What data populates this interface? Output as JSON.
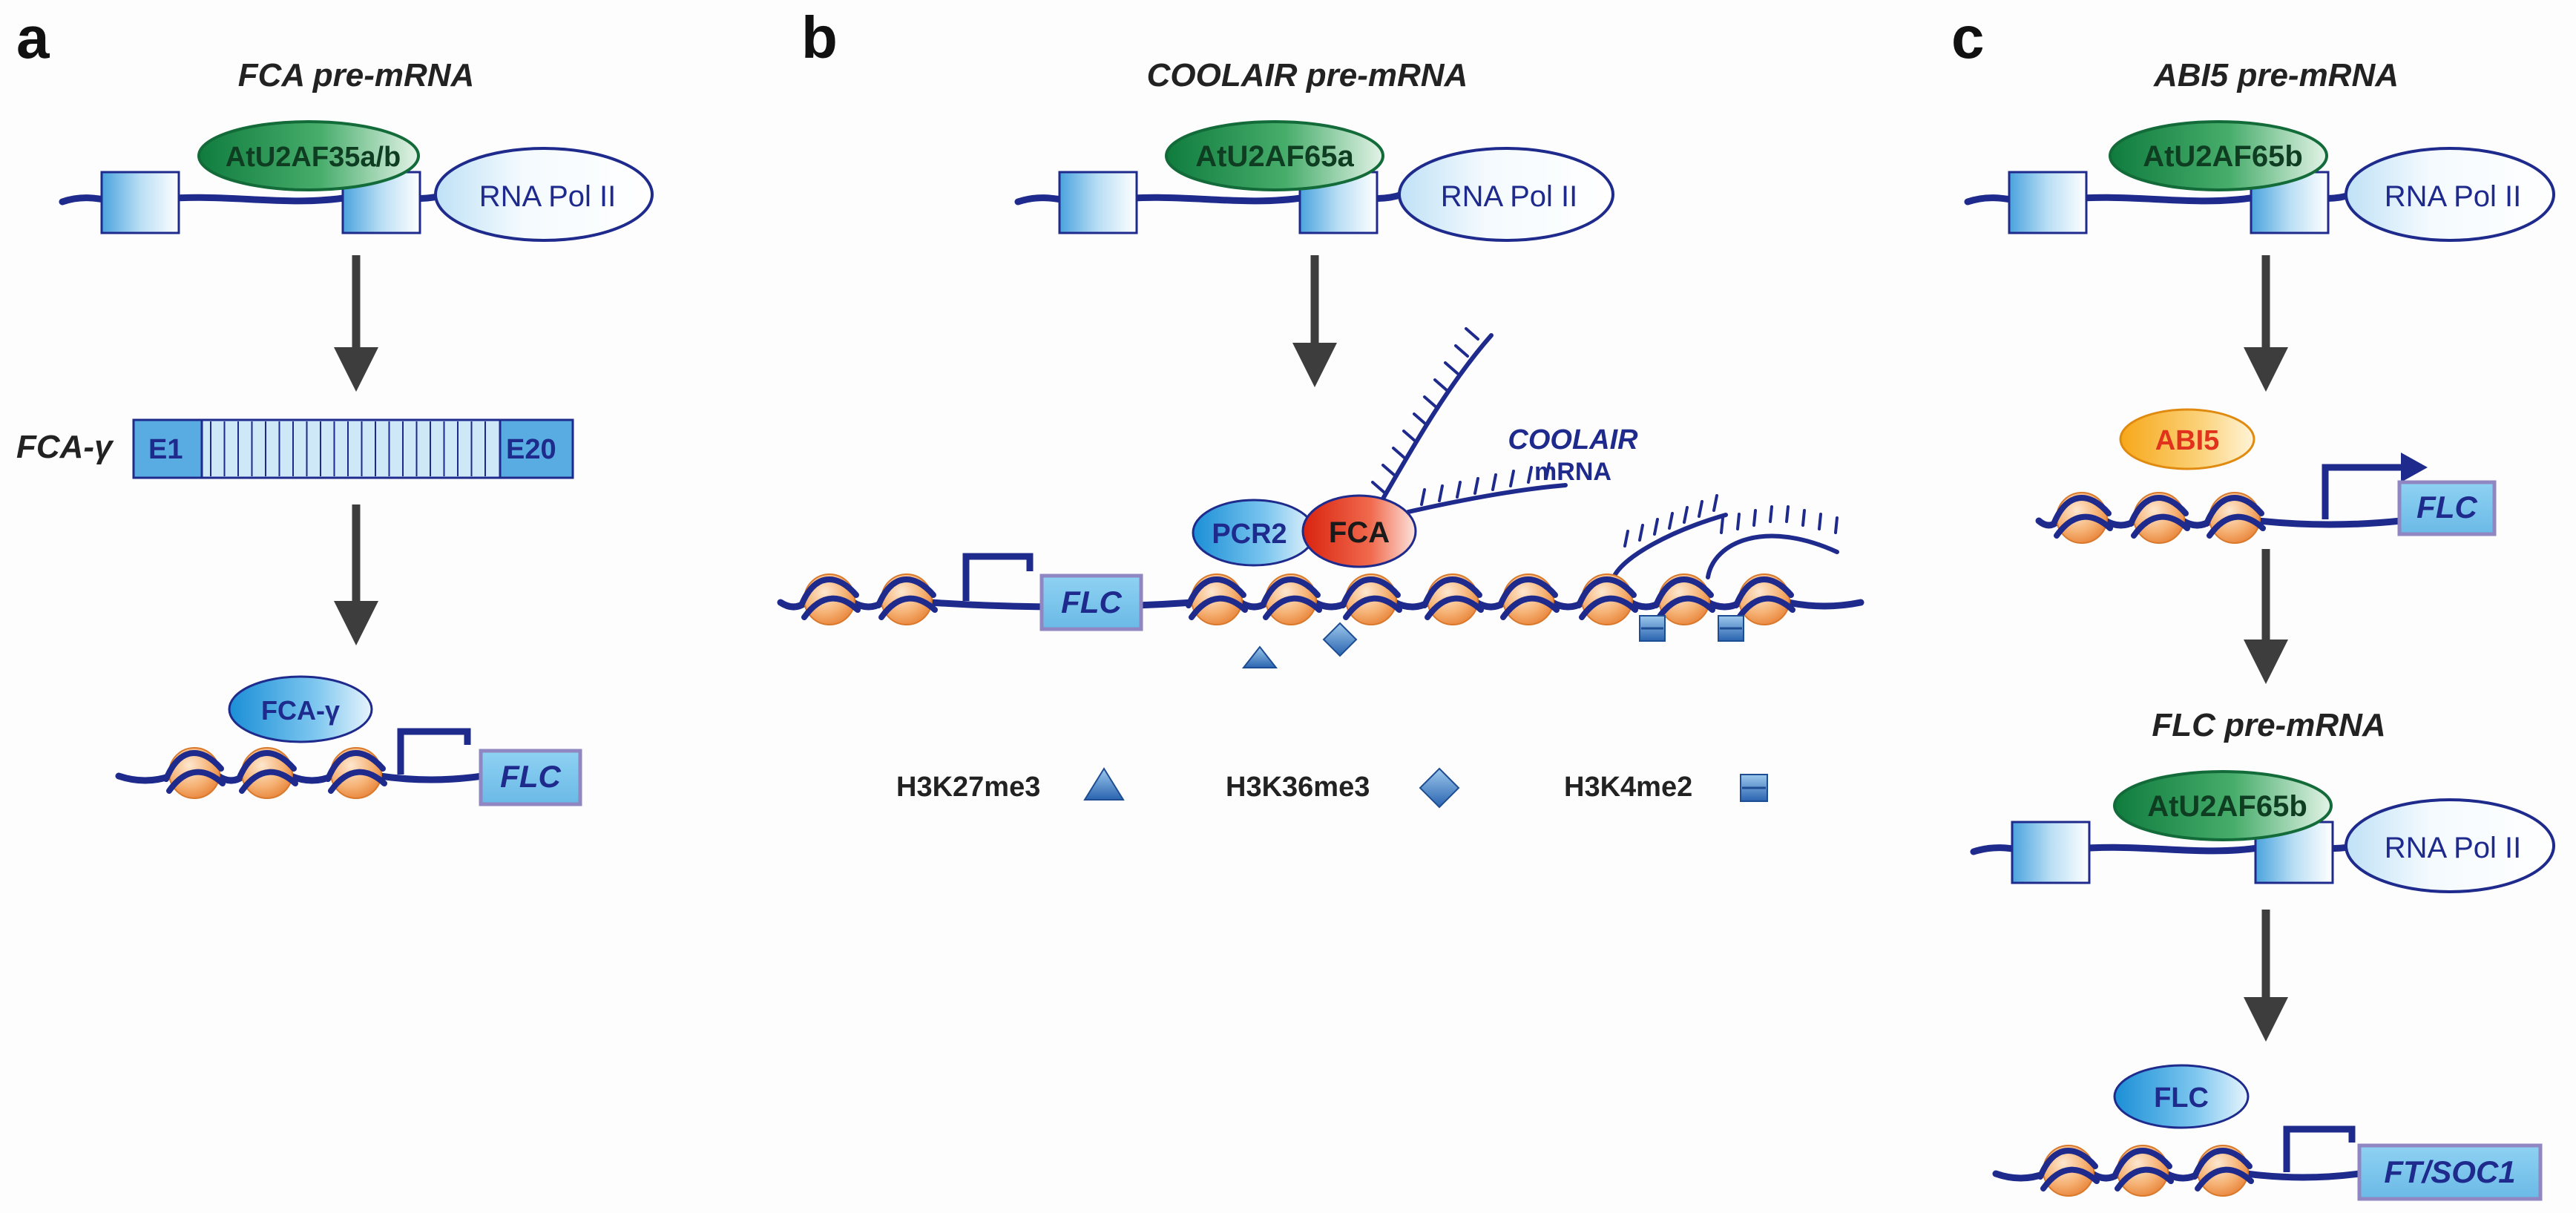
{
  "panels": {
    "a": {
      "letter": "a",
      "title": "FCA pre-mRNA",
      "factor": "AtU2AF35a/b",
      "polymerase": "RNA Pol II",
      "isoform_label": "FCA-γ",
      "exon_start": "E1",
      "exon_end": "E20",
      "bound_protein": "FCA-γ",
      "target_gene": "FLC"
    },
    "b": {
      "letter": "b",
      "title": "COOLAIR pre-mRNA",
      "factor": "AtU2AF65a",
      "polymerase": "RNA Pol II",
      "gene": "FLC",
      "complex_1": "PCR2",
      "complex_2": "FCA",
      "rna_label_line1": "COOLAIR",
      "rna_label_line2": "mRNA",
      "legend": {
        "h3k27me3": "H3K27me3",
        "h3k36me3": "H3K36me3",
        "h3k4me2": "H3K4me2"
      }
    },
    "c": {
      "letter": "c",
      "title": "ABI5 pre-mRNA",
      "factor": "AtU2AF65b",
      "polymerase": "RNA Pol II",
      "activator": "ABI5",
      "gene": "FLC",
      "title2": "FLC pre-mRNA",
      "factor2": "AtU2AF65b",
      "polymerase2": "RNA Pol II",
      "bound_protein": "FLC",
      "target_gene": "FT/SOC1"
    }
  },
  "colors": {
    "dna": "#1e2a8c",
    "arrow": "#3d3d3d",
    "exon_fill": "#cfe8f7",
    "u2af_green": "#17894a",
    "pol_text": "#1e2a8c",
    "gene_box": "#7fc6ec",
    "gene_border": "#8f86c2",
    "nucleosome": "#f2a25a",
    "fca_red": "#e0321c",
    "abi5_orange": "#f6a71d",
    "mark_blue": "#2c6fb7"
  }
}
